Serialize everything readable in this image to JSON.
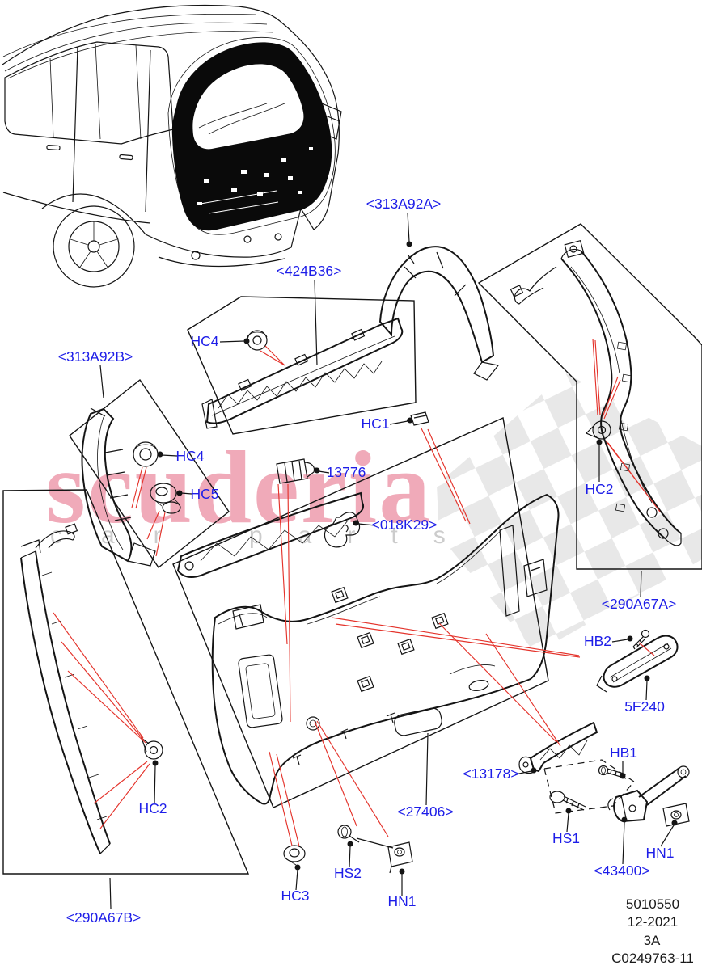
{
  "page": {
    "watermark": {
      "brand": "scuderia",
      "tagline_left": "car",
      "tagline_right": "parts",
      "brand_color": "#e0506e",
      "tagline_color": "#cccccc"
    },
    "label_color": "#1d1de8",
    "leader_line_color": "#e4332b",
    "drawing_line_color": "#141414",
    "part_labels": [
      {
        "id": "313A92A",
        "text": "<313A92A>"
      },
      {
        "id": "424B36",
        "text": "<424B36>"
      },
      {
        "id": "313A92B",
        "text": "<313A92B>"
      },
      {
        "id": "HC4-top",
        "text": "HC4"
      },
      {
        "id": "HC4-mid",
        "text": "HC4"
      },
      {
        "id": "HC5",
        "text": "HC5"
      },
      {
        "id": "HC1",
        "text": "HC1"
      },
      {
        "id": "13776",
        "text": "13776"
      },
      {
        "id": "018K29",
        "text": "<018K29>"
      },
      {
        "id": "HC2-right",
        "text": "HC2"
      },
      {
        "id": "290A67A",
        "text": "<290A67A>"
      },
      {
        "id": "HB2",
        "text": "HB2"
      },
      {
        "id": "5F240",
        "text": "5F240"
      },
      {
        "id": "HB1",
        "text": "HB1"
      },
      {
        "id": "13178",
        "text": "<13178>"
      },
      {
        "id": "27406",
        "text": "<27406>"
      },
      {
        "id": "HS1",
        "text": "HS1"
      },
      {
        "id": "HN1-right",
        "text": "HN1"
      },
      {
        "id": "43400",
        "text": "<43400>"
      },
      {
        "id": "HC3",
        "text": "HC3"
      },
      {
        "id": "HS2",
        "text": "HS2"
      },
      {
        "id": "HN1-bottom",
        "text": "HN1"
      },
      {
        "id": "HC2-left",
        "text": "HC2"
      },
      {
        "id": "290A67B",
        "text": "<290A67B>"
      }
    ],
    "footer": {
      "catalog_number": "5010550",
      "date_code": "12-2021",
      "sheet_code": "3A",
      "drawing_ref": "C0249763-11"
    }
  }
}
